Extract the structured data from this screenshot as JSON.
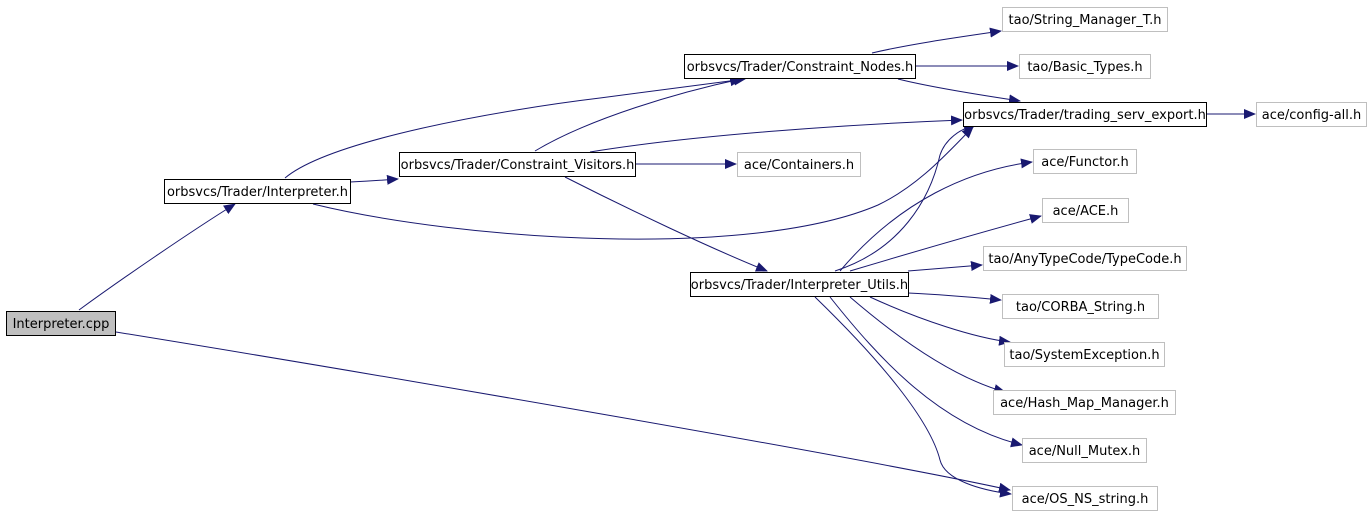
{
  "graph": {
    "nodes": [
      {
        "id": "n0",
        "label": "Interpreter.cpp",
        "style": "root"
      },
      {
        "id": "n1",
        "label": "orbsvcs/Trader/Interpreter.h",
        "style": "normal"
      },
      {
        "id": "n2",
        "label": "orbsvcs/Trader/Constraint_Visitors.h",
        "style": "normal"
      },
      {
        "id": "n3",
        "label": "orbsvcs/Trader/Constraint_Nodes.h",
        "style": "normal"
      },
      {
        "id": "n4",
        "label": "orbsvcs/Trader/Interpreter_Utils.h",
        "style": "normal"
      },
      {
        "id": "n5",
        "label": "orbsvcs/Trader/trading_serv_export.h",
        "style": "normal"
      },
      {
        "id": "n6",
        "label": "tao/String_Manager_T.h",
        "style": "external"
      },
      {
        "id": "n7",
        "label": "tao/Basic_Types.h",
        "style": "external"
      },
      {
        "id": "n8",
        "label": "ace/config-all.h",
        "style": "external"
      },
      {
        "id": "n9",
        "label": "ace/Containers.h",
        "style": "external"
      },
      {
        "id": "n10",
        "label": "ace/Functor.h",
        "style": "external"
      },
      {
        "id": "n11",
        "label": "ace/ACE.h",
        "style": "external"
      },
      {
        "id": "n12",
        "label": "tao/AnyTypeCode/TypeCode.h",
        "style": "external"
      },
      {
        "id": "n13",
        "label": "tao/CORBA_String.h",
        "style": "external"
      },
      {
        "id": "n14",
        "label": "tao/SystemException.h",
        "style": "external"
      },
      {
        "id": "n15",
        "label": "ace/Hash_Map_Manager.h",
        "style": "external"
      },
      {
        "id": "n16",
        "label": "ace/Null_Mutex.h",
        "style": "external"
      },
      {
        "id": "n17",
        "label": "ace/OS_NS_string.h",
        "style": "external"
      }
    ],
    "edges": [
      {
        "from": "n0",
        "to": "n1"
      },
      {
        "from": "n0",
        "to": "n17"
      },
      {
        "from": "n1",
        "to": "n3"
      },
      {
        "from": "n1",
        "to": "n2"
      },
      {
        "from": "n1",
        "to": "n5"
      },
      {
        "from": "n2",
        "to": "n3"
      },
      {
        "from": "n2",
        "to": "n5"
      },
      {
        "from": "n2",
        "to": "n9"
      },
      {
        "from": "n2",
        "to": "n4"
      },
      {
        "from": "n3",
        "to": "n6"
      },
      {
        "from": "n3",
        "to": "n7"
      },
      {
        "from": "n3",
        "to": "n5"
      },
      {
        "from": "n5",
        "to": "n8"
      },
      {
        "from": "n4",
        "to": "n5"
      },
      {
        "from": "n4",
        "to": "n10"
      },
      {
        "from": "n4",
        "to": "n11"
      },
      {
        "from": "n4",
        "to": "n12"
      },
      {
        "from": "n4",
        "to": "n13"
      },
      {
        "from": "n4",
        "to": "n14"
      },
      {
        "from": "n4",
        "to": "n15"
      },
      {
        "from": "n4",
        "to": "n16"
      },
      {
        "from": "n4",
        "to": "n17"
      }
    ]
  },
  "colors": {
    "edge": "#191970",
    "root_fill": "#bfbfbf",
    "node_border": "#000000",
    "external_border": "#bfbfbf",
    "node_fill": "#ffffff",
    "text": "#000000"
  }
}
